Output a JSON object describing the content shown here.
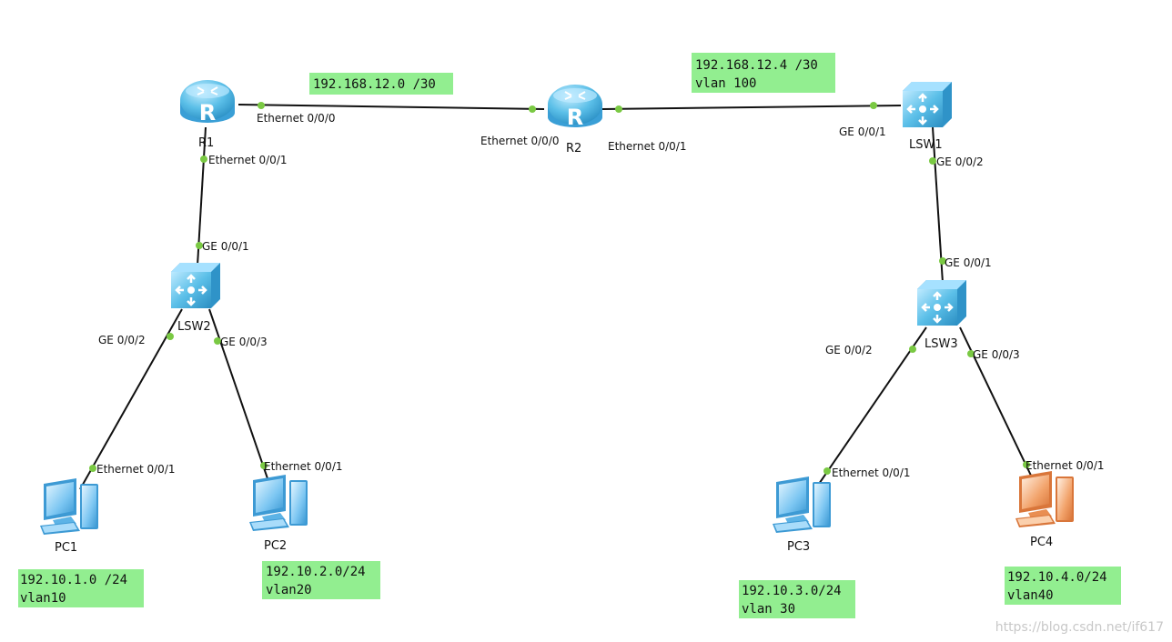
{
  "colors": {
    "link": "#111111",
    "port_dot": "#7ac943",
    "note_bg": "#92ee90",
    "router_body": "#5bbfe8",
    "switch_body": "#5bbfe8",
    "pc_blue": "#7cc6f2",
    "pc_orange": "#f2a36b",
    "watermark": "#c8c8c8"
  },
  "devices": {
    "r1": {
      "label": "R1",
      "kind": "router",
      "icon": "router-icon"
    },
    "r2": {
      "label": "R2",
      "kind": "router",
      "icon": "router-icon"
    },
    "lsw1": {
      "label": "LSW1",
      "kind": "switch",
      "icon": "switch-icon"
    },
    "lsw2": {
      "label": "LSW2",
      "kind": "switch",
      "icon": "switch-icon"
    },
    "lsw3": {
      "label": "LSW3",
      "kind": "switch",
      "icon": "switch-icon"
    },
    "pc1": {
      "label": "PC1",
      "kind": "pc",
      "icon": "pc-icon",
      "color": "blue"
    },
    "pc2": {
      "label": "PC2",
      "kind": "pc",
      "icon": "pc-icon",
      "color": "blue"
    },
    "pc3": {
      "label": "PC3",
      "kind": "pc",
      "icon": "pc-icon",
      "color": "blue"
    },
    "pc4": {
      "label": "PC4",
      "kind": "pc",
      "icon": "pc-icon",
      "color": "orange"
    }
  },
  "ports": {
    "r1_e000": "Ethernet 0/0/0",
    "r1_e001": "Ethernet 0/0/1",
    "r2_e000": "Ethernet 0/0/0",
    "r2_e001": "Ethernet 0/0/1",
    "lsw1_ge001": "GE 0/0/1",
    "lsw1_ge002": "GE 0/0/2",
    "lsw2_ge001": "GE 0/0/1",
    "lsw2_ge002": "GE 0/0/2",
    "lsw2_ge003": "GE 0/0/3",
    "lsw3_ge001": "GE 0/0/1",
    "lsw3_ge002": "GE 0/0/2",
    "lsw3_ge003": "GE 0/0/3",
    "pc1_e001": "Ethernet 0/0/1",
    "pc2_e001": "Ethernet 0/0/1",
    "pc3_e001": "Ethernet 0/0/1",
    "pc4_e001": "Ethernet 0/0/1"
  },
  "notes": {
    "r1_r2": {
      "line1": "192.168.12.0 /30",
      "line2": ""
    },
    "r2_lsw1": {
      "line1": "192.168.12.4 /30",
      "line2": "vlan 100"
    },
    "pc1": {
      "line1": "192.10.1.0 /24",
      "line2": "vlan10"
    },
    "pc2": {
      "line1": "192.10.2.0/24",
      "line2": "vlan20"
    },
    "pc3": {
      "line1": "192.10.3.0/24",
      "line2": "vlan 30"
    },
    "pc4": {
      "line1": "192.10.4.0/24",
      "line2": "vlan40"
    }
  },
  "watermark": "https://blog.csdn.net/if617"
}
